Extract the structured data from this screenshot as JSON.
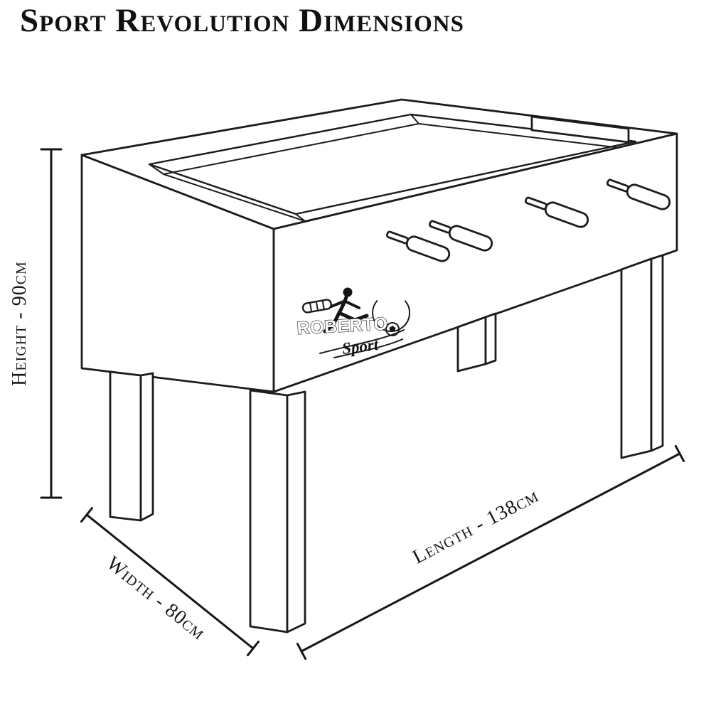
{
  "title": "Sport Revolution Dimensions",
  "diagram": {
    "subject": "Foosball table line drawing, three-quarter perspective view",
    "dimensions": {
      "height": {
        "name": "Height",
        "value": "90cm",
        "label": "Height - 90cm"
      },
      "width": {
        "name": "Width",
        "value": "80cm",
        "label": "Width - 80cm"
      },
      "length": {
        "name": "Length",
        "value": "138cm",
        "label": "Length - 138cm"
      }
    },
    "logo": {
      "brand": "ROBERTO",
      "sub": "Sport"
    }
  },
  "colors": {
    "line": "#1c1c1c",
    "text": "#111111",
    "background": "#ffffff"
  }
}
